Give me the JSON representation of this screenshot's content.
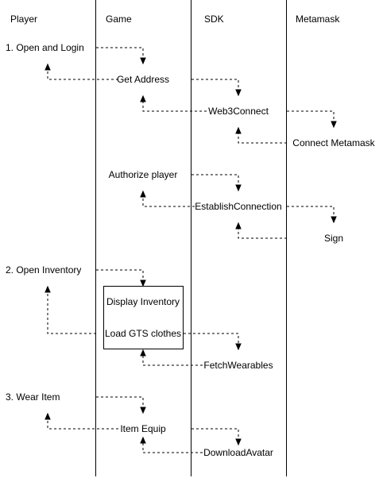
{
  "lanes": {
    "player": "Player",
    "game": "Game",
    "sdk": "SDK",
    "metamask": "Metamask"
  },
  "steps": {
    "open_login": "1. Open and Login",
    "get_address": "Get Address",
    "web3connect": "Web3Connect",
    "connect_metamask": "Connect Metamask",
    "authorize_player": "Authorize player",
    "establish_connection": "EstablishConnection",
    "sign": "Sign",
    "open_inventory": "2. Open Inventory",
    "display_inventory": "Display Inventory",
    "load_gts_clothes": "Load GTS clothes",
    "fetch_wearables": "FetchWearables",
    "wear_item": "3. Wear Item",
    "item_equip": "Item Equip",
    "download_avatar": "DownloadAvatar"
  }
}
